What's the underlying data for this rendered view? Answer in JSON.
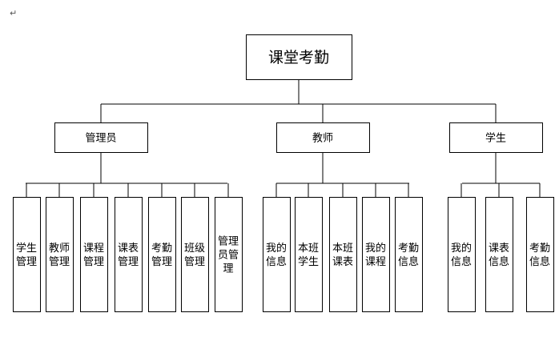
{
  "paragraph_mark": "↵",
  "root": {
    "label": "课堂考勤"
  },
  "groups": [
    {
      "label": "管理员",
      "children": [
        {
          "lines": [
            "学生",
            "管理"
          ]
        },
        {
          "lines": [
            "教师",
            "管理"
          ]
        },
        {
          "lines": [
            "课程",
            "管理"
          ]
        },
        {
          "lines": [
            "课表",
            "管理"
          ]
        },
        {
          "lines": [
            "考勤",
            "管理"
          ]
        },
        {
          "lines": [
            "班级",
            "管理"
          ]
        },
        {
          "lines": [
            "管理",
            "员管",
            "理"
          ]
        }
      ]
    },
    {
      "label": "教师",
      "children": [
        {
          "lines": [
            "我的",
            "信息"
          ]
        },
        {
          "lines": [
            "本班",
            "学生"
          ]
        },
        {
          "lines": [
            "本班",
            "课表"
          ]
        },
        {
          "lines": [
            "我的",
            "课程"
          ]
        },
        {
          "lines": [
            "考勤",
            "信息"
          ]
        }
      ]
    },
    {
      "label": "学生",
      "children": [
        {
          "lines": [
            "我的",
            "信息"
          ]
        },
        {
          "lines": [
            "课表",
            "信息"
          ]
        },
        {
          "lines": [
            "考勤",
            "信息"
          ]
        }
      ]
    }
  ]
}
